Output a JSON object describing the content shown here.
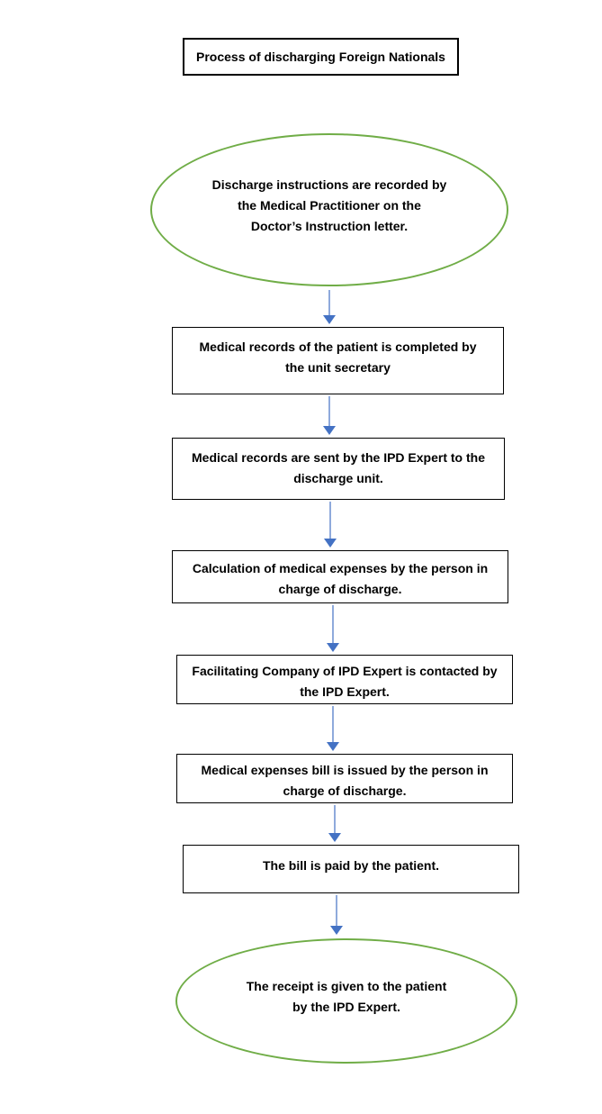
{
  "title": "Process of discharging Foreign Nationals",
  "flow": {
    "start": "Discharge instructions are recorded by\nthe Medical Practitioner on the\nDoctor’s Instruction letter.",
    "steps": [
      "Medical records of the patient is completed by\nthe unit secretary",
      "Medical records are sent by the IPD Expert to the\ndischarge unit.",
      "Calculation of medical expenses by the person in\ncharge of discharge.",
      "Facilitating Company of IPD Expert is contacted by\nthe IPD Expert.",
      "Medical expenses bill is issued by the person in\ncharge of discharge.",
      "The bill is paid by the patient."
    ],
    "end": "The receipt is given to the patient\nby the IPD Expert.",
    "connector": {
      "type": "arrow",
      "direction": "down"
    }
  },
  "colors": {
    "background": "#FFFFFF",
    "text": "#000000",
    "box_border": "#000000",
    "ellipse_border": "#70AD47",
    "arrow_shaft": "#8FAADC",
    "arrow_head": "#4472C4"
  }
}
